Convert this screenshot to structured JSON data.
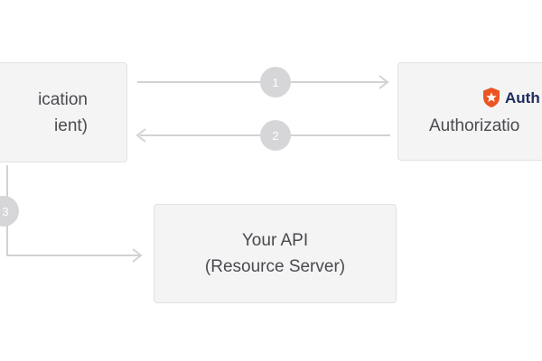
{
  "nodes": {
    "client": {
      "line1": "ication",
      "line2": "ient)"
    },
    "auth_server": {
      "brand_name": "Auth",
      "label": "Authorizatio"
    },
    "api": {
      "line1": "Your API",
      "line2": "(Resource Server)"
    }
  },
  "steps": [
    "1",
    "2",
    "3"
  ],
  "colors": {
    "box_fill": "#f4f4f5",
    "box_border": "#e1e1e3",
    "arrow": "#d2d2d4",
    "step_badge": "#d6d6d8",
    "text": "#4a4a4f",
    "brand_logo": "#eb5424",
    "brand_text": "#1e2b5b"
  },
  "icons": {
    "brand": "auth0-shield-icon"
  }
}
